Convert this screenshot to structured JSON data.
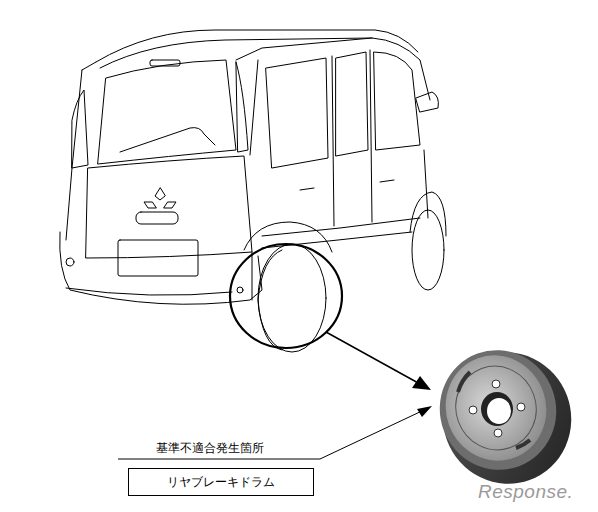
{
  "diagram": {
    "nodes": [
      {
        "text": [
          "リヤブレーキドラム"
        ]
      }
    ],
    "labels": [
      "基準不適合発生箇所",
      "Response."
    ]
  }
}
